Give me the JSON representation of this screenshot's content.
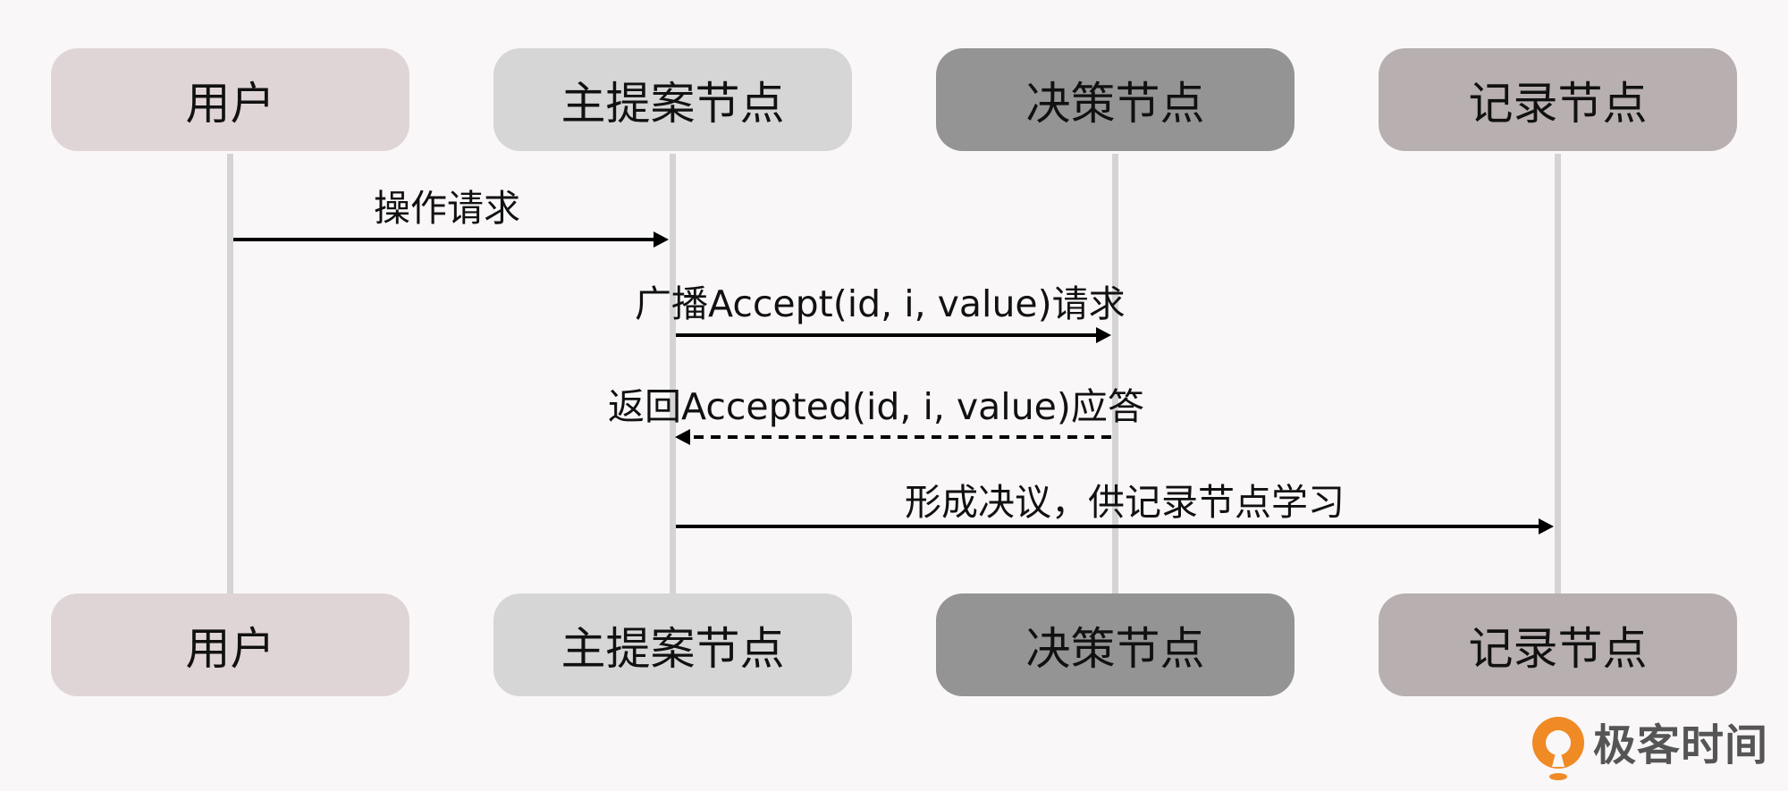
{
  "participants": [
    {
      "label": "用户",
      "color": "#e0d5d6"
    },
    {
      "label": "主提案节点",
      "color": "#d6d6d6"
    },
    {
      "label": "决策节点",
      "color": "#949494"
    },
    {
      "label": "记录节点",
      "color": "#b8afb0"
    }
  ],
  "messages": [
    {
      "label": "操作请求",
      "from": 0,
      "to": 1,
      "style": "solid"
    },
    {
      "label": "广播Accept(id, i, value)请求",
      "from": 1,
      "to": 2,
      "style": "solid"
    },
    {
      "label": "返回Accepted(id, i, value)应答",
      "from": 2,
      "to": 1,
      "style": "dashed"
    },
    {
      "label": "形成决议，供记录节点学习",
      "from": 1,
      "to": 3,
      "style": "solid"
    }
  ],
  "brand": {
    "name": "极客时间",
    "accent": "#f08a24"
  }
}
